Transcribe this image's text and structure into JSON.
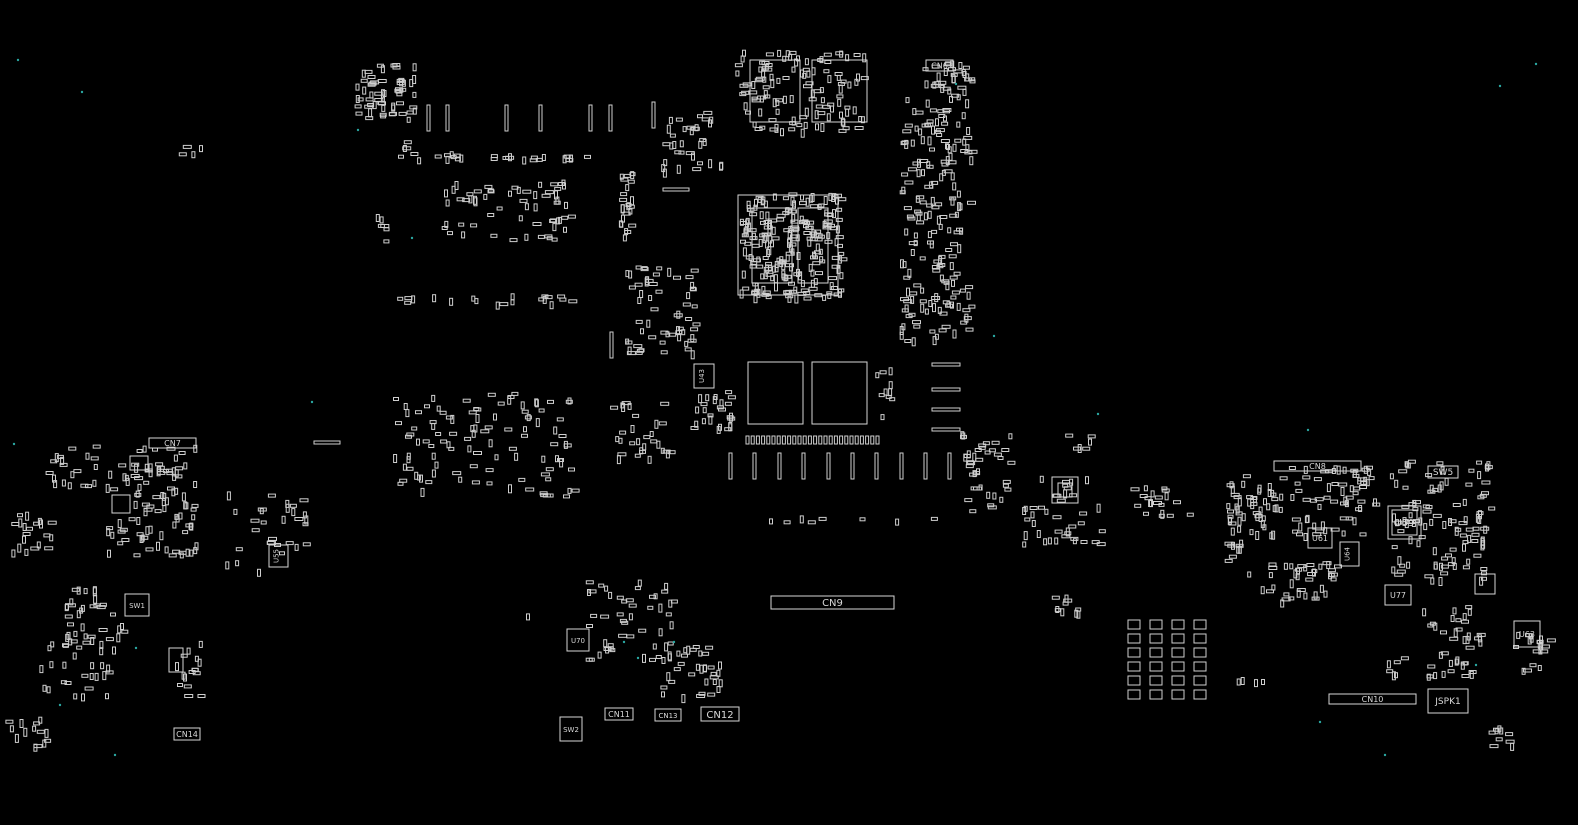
{
  "colors": {
    "background": "#000000",
    "outline": "#d6d6d6",
    "pad": "#cfcfcf",
    "label": "#d8d8d8",
    "via": "#2aa6a0"
  },
  "labels": {
    "cn6": "CN6",
    "cn7": "CN7",
    "cn8": "CN8",
    "cn9": "CN9",
    "cn10": "CN10",
    "cn11": "CN11",
    "cn12": "CN12",
    "cn13": "CN13",
    "cn14": "CN14",
    "sw1": "SW1",
    "sw2": "SW2",
    "sw5": "SW5",
    "u43": "U43",
    "u55": "U55",
    "u59": "U59",
    "u61": "U61",
    "u63": "U63",
    "u64": "U64",
    "u70": "U70",
    "u77": "U77",
    "jspk1": "JSPK1"
  }
}
